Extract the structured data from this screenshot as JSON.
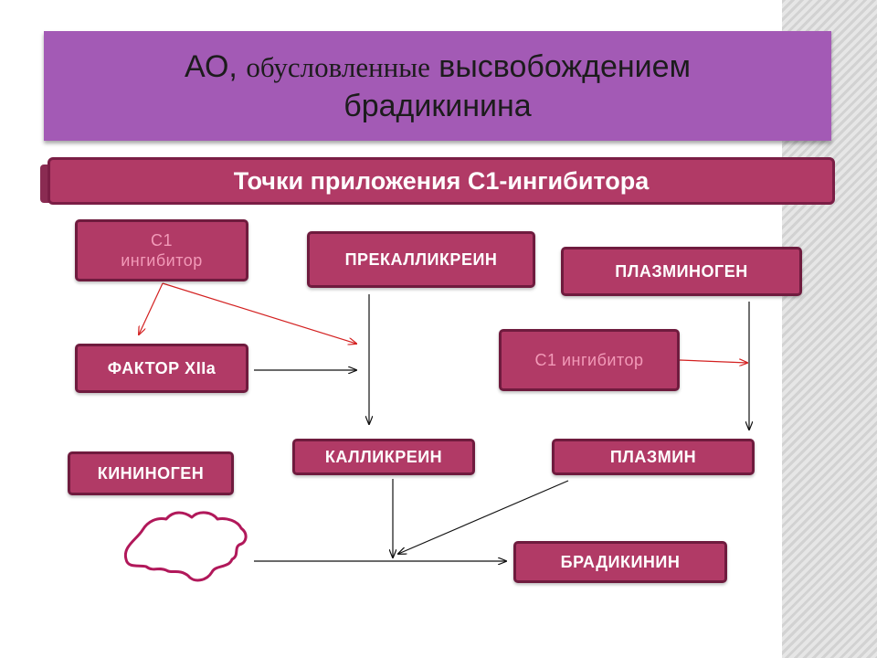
{
  "title": {
    "line1_part1": "АО, ",
    "line1_part2": "обусловленные",
    "line1_part3": " высвобождением",
    "line2": "брадикинина"
  },
  "subtitle": "Точки приложения С1-ингибитора",
  "nodes": {
    "c1_inhibitor_top": {
      "line1": "С1",
      "line2": "ингибитор"
    },
    "prekallikrein": "ПРЕКАЛЛИКРЕИН",
    "plasminogen": "ПЛАЗМИНОГЕН",
    "factor_xiia": "ФАКТОР XIIa",
    "c1_inhibitor_right": "С1 ингибитор",
    "kininogen": "КИНИНОГЕН",
    "kallikrein": "КАЛЛИКРЕИН",
    "plasmin": "ПЛАЗМИН",
    "bradykinin": "БРАДИКИНИН"
  },
  "colors": {
    "title_bg": "#a35ab5",
    "node_bg": "#b13a66",
    "node_border": "#6f1b3e",
    "inhibitor_text": "#f29ab8",
    "inhibit_arrow": "#d32020",
    "flow_arrow": "#111111"
  }
}
